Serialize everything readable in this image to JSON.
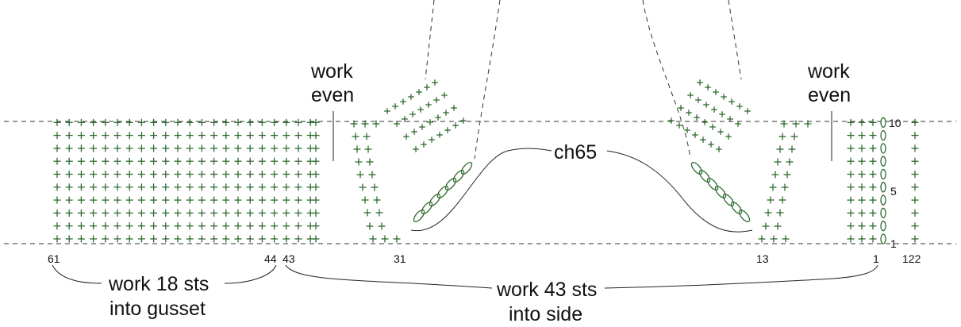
{
  "labels": {
    "ch65": "ch65",
    "work_even_left": [
      "work",
      "even"
    ],
    "work_even_right": [
      "work",
      "even"
    ],
    "gusset_note": [
      "work 18 sts",
      "into gusset"
    ],
    "side_note": [
      "work 43 sts",
      "into side"
    ]
  },
  "stitch_numbers": {
    "n61": "61",
    "n44": "44",
    "n43": "43",
    "n31": "31",
    "n13": "13",
    "n1": "1",
    "n122": "122"
  },
  "row_numbers": {
    "r10": "10",
    "r5": "5",
    "r1": "1"
  },
  "colors": {
    "stitch": "#2e6b2e",
    "text": "#111111",
    "guide": "#222222"
  },
  "symbols": {
    "single_crochet": "cross-icon",
    "chain": "oval-icon"
  }
}
